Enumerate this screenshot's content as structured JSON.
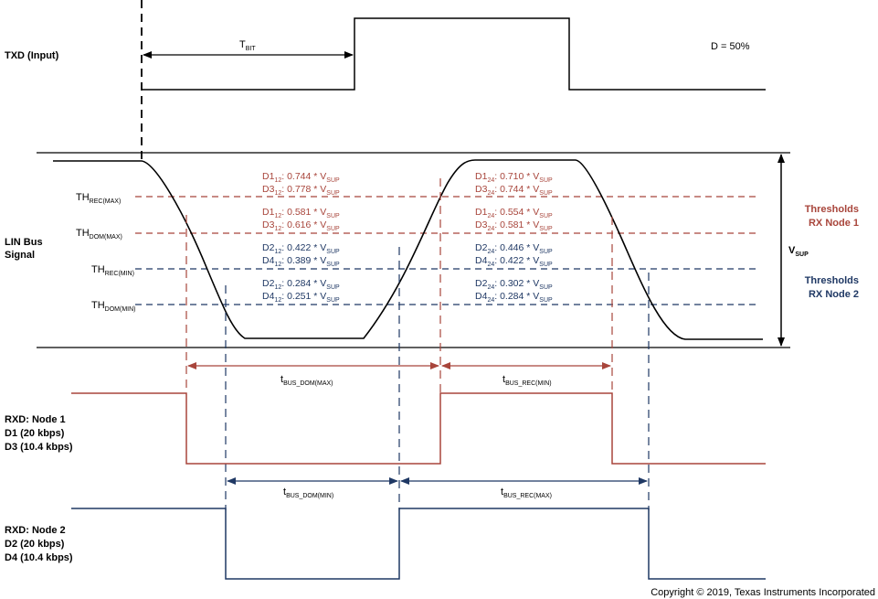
{
  "colors": {
    "red": "#a8453b",
    "blue": "#1f3864",
    "black": "#000000"
  },
  "txd": {
    "label": "TXD (Input)",
    "tbit_main": "T",
    "tbit_sub": "BIT",
    "duty": "D = 50%"
  },
  "lin": {
    "label_line1": "LIN Bus",
    "label_line2": "Signal",
    "vsup_main": "V",
    "vsup_sub": "SUP"
  },
  "thresholds": {
    "rec_max": {
      "main": "TH",
      "sub": "REC(MAX)"
    },
    "dom_max": {
      "main": "TH",
      "sub": "DOM(MAX)"
    },
    "rec_min": {
      "main": "TH",
      "sub": "REC(MIN)"
    },
    "dom_min": {
      "main": "TH",
      "sub": "DOM(MIN)"
    }
  },
  "legend": {
    "node1_line1": "Thresholds",
    "node1_line2": "RX Node 1",
    "node2_line1": "Thresholds",
    "node2_line2": "RX Node 2"
  },
  "formulas": {
    "left": {
      "rec_max": [
        {
          "d": "D1",
          "s": "12",
          "v": ": 0.744 * V",
          "u": "SUP"
        },
        {
          "d": "D3",
          "s": "12",
          "v": ": 0.778 * V",
          "u": "SUP"
        }
      ],
      "dom_max": [
        {
          "d": "D1",
          "s": "12",
          "v": ": 0.581 * V",
          "u": "SUP"
        },
        {
          "d": "D3",
          "s": "12",
          "v": ": 0.616 * V",
          "u": "SUP"
        }
      ],
      "rec_min": [
        {
          "d": "D2",
          "s": "12",
          "v": ": 0.422 * V",
          "u": "SUP"
        },
        {
          "d": "D4",
          "s": "12",
          "v": ": 0.389 * V",
          "u": "SUP"
        }
      ],
      "dom_min": [
        {
          "d": "D2",
          "s": "12",
          "v": ": 0.284 * V",
          "u": "SUP"
        },
        {
          "d": "D4",
          "s": "12",
          "v": ": 0.251 * V",
          "u": "SUP"
        }
      ]
    },
    "right": {
      "rec_max": [
        {
          "d": "D1",
          "s": "24",
          "v": ": 0.710 * V",
          "u": "SUP"
        },
        {
          "d": "D3",
          "s": "24",
          "v": ": 0.744 * V",
          "u": "SUP"
        }
      ],
      "dom_max": [
        {
          "d": "D1",
          "s": "24",
          "v": ": 0.554 * V",
          "u": "SUP"
        },
        {
          "d": "D3",
          "s": "24",
          "v": ": 0.581 * V",
          "u": "SUP"
        }
      ],
      "rec_min": [
        {
          "d": "D2",
          "s": "24",
          "v": ": 0.446 * V",
          "u": "SUP"
        },
        {
          "d": "D4",
          "s": "24",
          "v": ": 0.422 * V",
          "u": "SUP"
        }
      ],
      "dom_min": [
        {
          "d": "D2",
          "s": "24",
          "v": ": 0.302 * V",
          "u": "SUP"
        },
        {
          "d": "D4",
          "s": "24",
          "v": ": 0.284 * V",
          "u": "SUP"
        }
      ]
    }
  },
  "timing": {
    "dom_max": {
      "main": "t",
      "sub": "BUS_DOM(MAX)"
    },
    "rec_min": {
      "main": "t",
      "sub": "BUS_REC(MIN)"
    },
    "dom_min": {
      "main": "t",
      "sub": "BUS_DOM(MIN)"
    },
    "rec_max": {
      "main": "t",
      "sub": "BUS_REC(MAX)"
    }
  },
  "rxd1": {
    "line1": "RXD: Node 1",
    "line2": "D1 (20 kbps)",
    "line3": "D3 (10.4 kbps)"
  },
  "rxd2": {
    "line1": "RXD: Node 2",
    "line2": "D2 (20 kbps)",
    "line3": "D4 (10.4 kbps)"
  },
  "copyright": "Copyright © 2019, Texas Instruments Incorporated"
}
